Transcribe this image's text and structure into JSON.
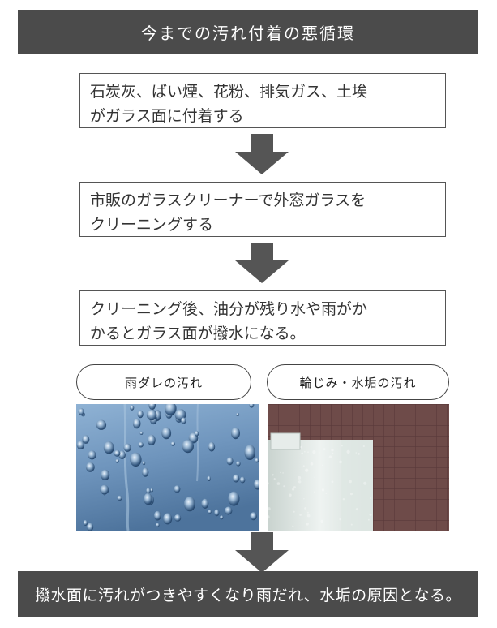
{
  "header": {
    "title": "今までの汚れ付着の悪循環"
  },
  "steps": [
    {
      "text": "石炭灰、ばい煙、花粉、排気ガス、土埃\nがガラス面に付着する"
    },
    {
      "text": "市販のガラスクリーナーで外窓ガラスを\nクリーニングする"
    },
    {
      "text": "クリーニング後、油分が残り水や雨がか\nかるとガラス面が撥水になる。"
    }
  ],
  "labels": {
    "left": "雨ダレの汚れ",
    "right": "輪じみ・水垢の汚れ"
  },
  "footer": {
    "text": "撥水面に汚れがつきやすくなり雨だれ、水垢の原因となる。"
  },
  "colors": {
    "banner": "#4b4b4b",
    "arrow": "#555555",
    "border": "#555555"
  },
  "icons": {
    "arrow": "arrow-down-icon"
  }
}
